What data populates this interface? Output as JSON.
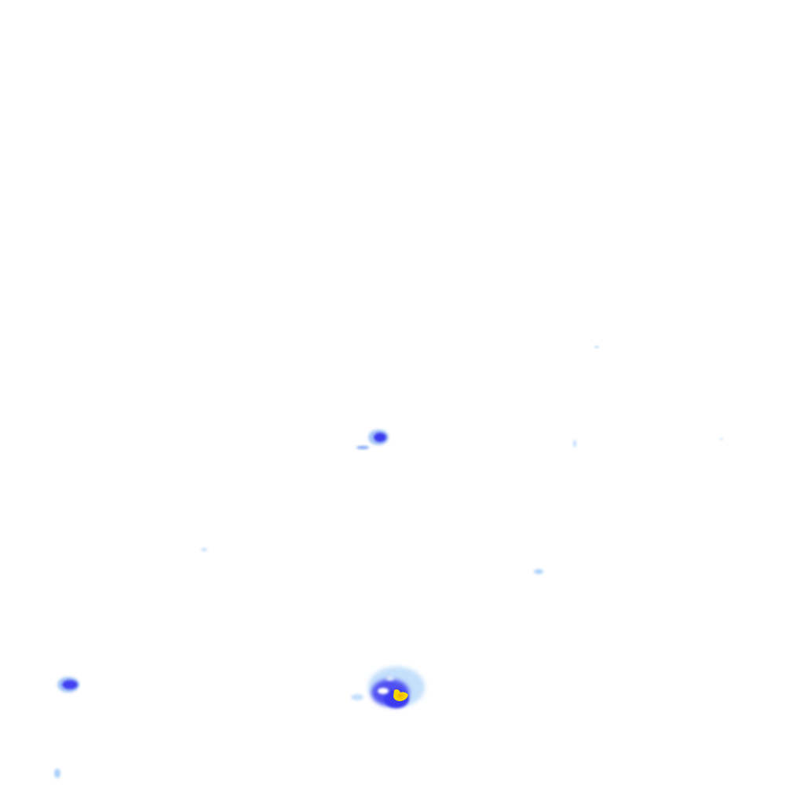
{
  "map": {
    "layer": "precipitation-radar",
    "colors": {
      "light": "#b8dcfb",
      "moderate": "#8fb8f5",
      "heavy": "#3c3cf0",
      "intense": "#2a2ae0",
      "extreme": "#f5d800"
    },
    "cells": [
      {
        "name": "cell-south-center",
        "intensity": "extreme"
      },
      {
        "name": "cell-center",
        "intensity": "heavy"
      },
      {
        "name": "cell-southwest",
        "intensity": "heavy"
      },
      {
        "name": "cell-small-1",
        "intensity": "light"
      },
      {
        "name": "cell-small-2",
        "intensity": "light"
      },
      {
        "name": "cell-small-3",
        "intensity": "light"
      },
      {
        "name": "cell-small-4",
        "intensity": "light"
      },
      {
        "name": "cell-small-5",
        "intensity": "light"
      }
    ]
  }
}
